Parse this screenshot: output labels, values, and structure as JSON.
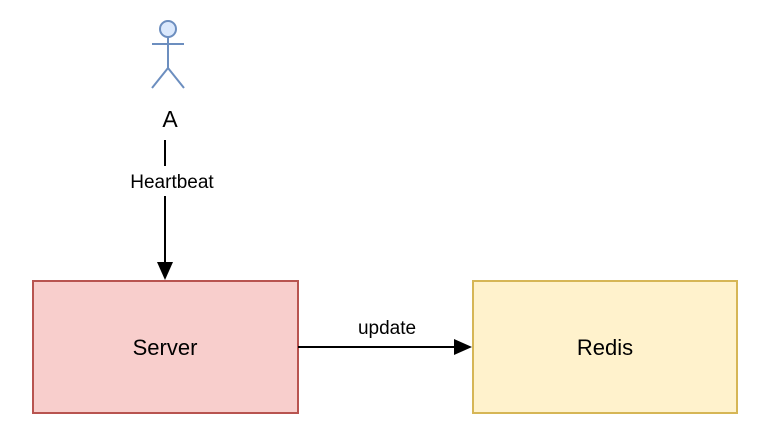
{
  "diagram": {
    "actor": {
      "label": "A",
      "stroke_color": "#6c8ebf",
      "fill_color": "#dae8fc"
    },
    "edges": {
      "heartbeat": {
        "label": "Heartbeat"
      },
      "update": {
        "label": "update"
      }
    },
    "nodes": {
      "server": {
        "label": "Server",
        "fill_color": "#f8cecc",
        "stroke_color": "#b85450"
      },
      "redis": {
        "label": "Redis",
        "fill_color": "#fff2cc",
        "stroke_color": "#d6b656"
      }
    }
  }
}
